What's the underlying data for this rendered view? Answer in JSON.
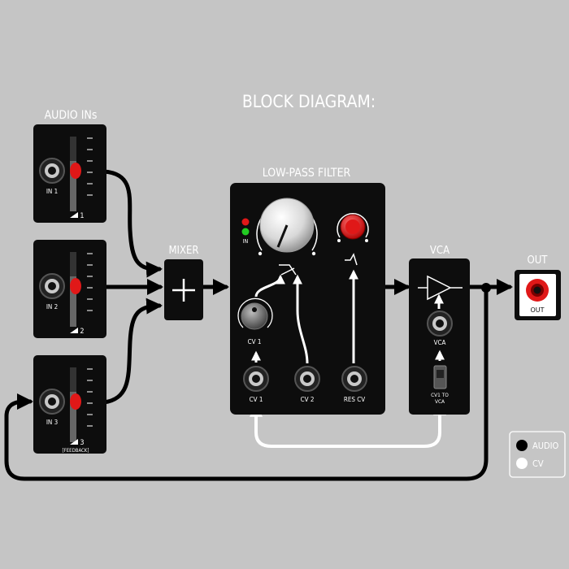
{
  "title": "BLOCK DIAGRAM:",
  "audio_ins": {
    "heading": "AUDIO INs",
    "channels": [
      {
        "jack": "IN 1",
        "fader": "1",
        "note": ""
      },
      {
        "jack": "IN 2",
        "fader": "2",
        "note": ""
      },
      {
        "jack": "IN 3",
        "fader": "3",
        "note": "[FEEDBACK]"
      }
    ]
  },
  "mixer": {
    "heading": "MIXER"
  },
  "filter": {
    "heading": "LOW-PASS FILTER",
    "led_label": "IN",
    "cv1_knob_label": "CV 1",
    "jacks": [
      "CV 1",
      "CV 2",
      "RES CV"
    ]
  },
  "vca": {
    "heading": "VCA",
    "jack_label": "VCA",
    "switch_label_1": "CV1 TO",
    "switch_label_2": "VCA"
  },
  "out": {
    "heading": "OUT",
    "jack_label": "OUT"
  },
  "legend": {
    "audio": "AUDIO",
    "cv": "CV"
  },
  "colors": {
    "background": "#c5c5c5",
    "module": "#0d0d0d",
    "accent_red": "#e01818",
    "led_green": "#22cc22"
  }
}
